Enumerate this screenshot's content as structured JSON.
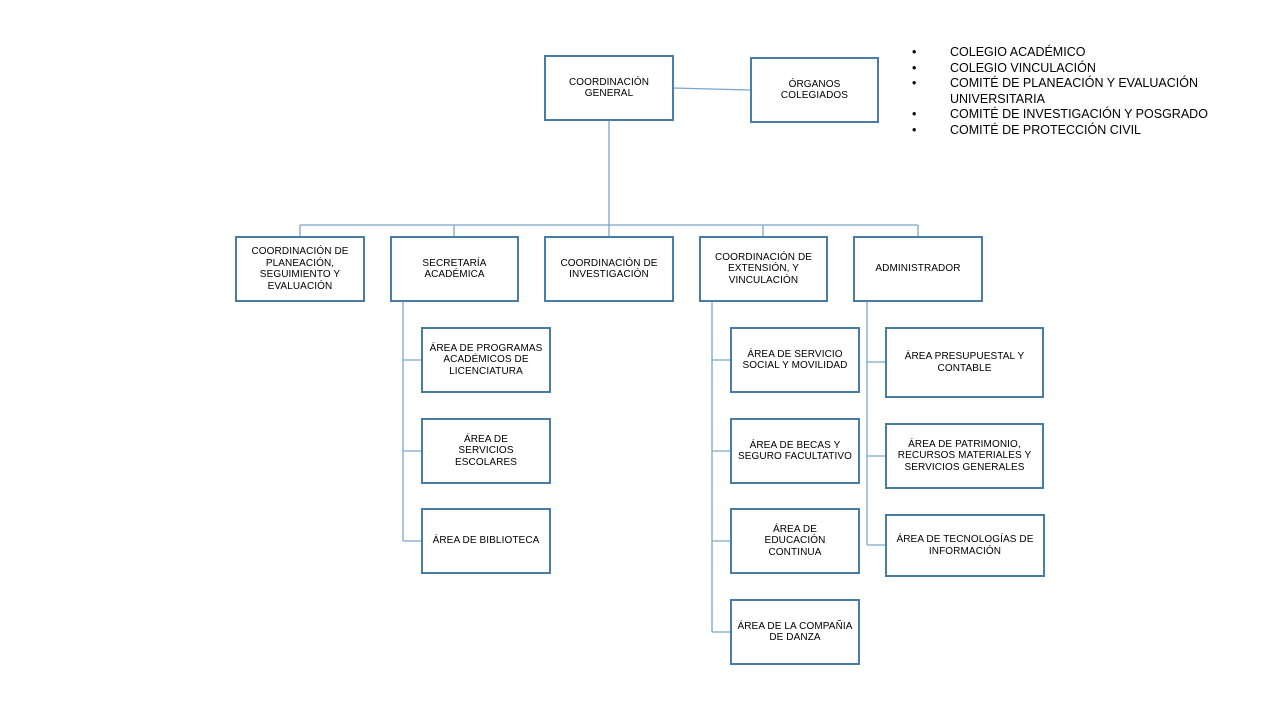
{
  "org_chart": {
    "top": {
      "coordinacion_general": "COORDINACIÓN GENERAL",
      "organos_colegiados": "ÓRGANOS COLEGIADOS"
    },
    "second_level": {
      "planeacion": "COORDINACIÓN DE PLANEACIÓN, SEGUIMIENTO Y EVALUACIÓN",
      "secretaria": "SECRETARÍA ACADÉMICA",
      "investigacion": "COORDINACIÓN DE INVESTIGACIÓN",
      "extension": "COORDINACIÓN DE EXTENSIÓN, Y VINCULACIÓN",
      "administrador": "ADMINISTRADOR"
    },
    "secretaria_units": [
      "ÁREA DE PROGRAMAS ACADÉMICOS DE LICENCIATURA",
      "ÁREA DE SERVICIOS ESCOLARES",
      "ÁREA DE BIBLIOTECA"
    ],
    "extension_units": [
      "ÁREA DE SERVICIO SOCIAL Y MOVILIDAD",
      "ÁREA DE BECAS Y SEGURO FACULTATIVO",
      "ÁREA DE EDUCACIÓN CONTINUA",
      "ÁREA DE LA COMPAÑIA DE DANZA"
    ],
    "administrador_units": [
      "ÁREA PRESUPUESTAL Y CONTABLE",
      "ÁREA DE PATRIMONIO, RECURSOS MATERIALES Y SERVICIOS GENERALES",
      "ÁREA DE TECNOLOGÍAS DE INFORMACIÓN"
    ]
  },
  "organos_list": {
    "bullet": "•",
    "items": [
      "COLEGIO ACADÉMICO",
      "COLEGIO VINCULACIÓN",
      "COMITÉ DE PLANEACIÓN Y EVALUACIÓN UNIVERSITARIA",
      "COMITÉ DE INVESTIGACIÓN Y POSGRADO",
      "COMITÉ DE PROTECCIÓN CIVIL"
    ]
  },
  "colors": {
    "box_border": "#4a7ca8",
    "connector": "#7aa6c8",
    "text": "#000000"
  }
}
